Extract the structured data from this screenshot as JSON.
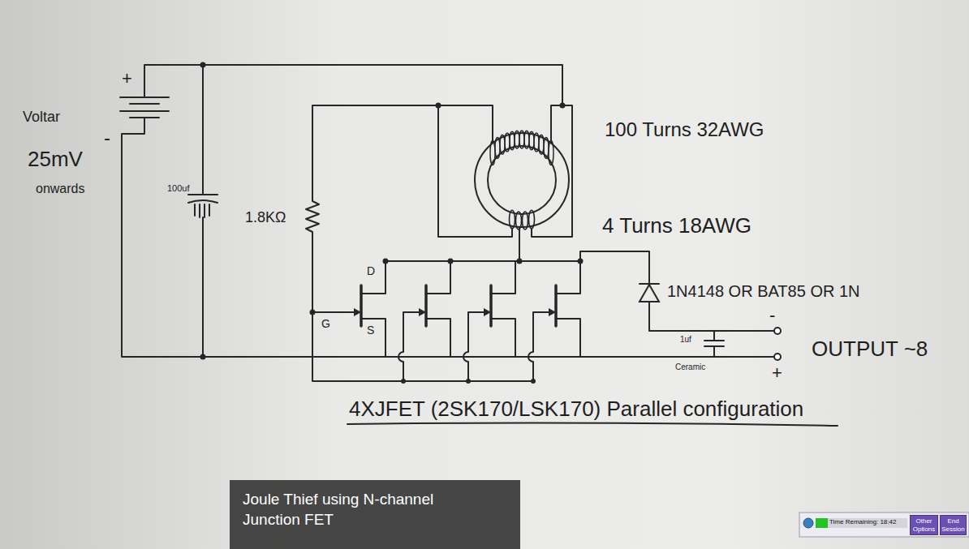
{
  "diagram": {
    "nodes": [
      {
        "text": [
          "Joule Thief using N-channel Junction FET"
        ]
      },
      {
        "text": [
          "Time Remaining: 18:42"
        ]
      },
      {
        "text": [
          "Other Options"
        ]
      },
      {
        "text": [
          "End Session"
        ]
      }
    ],
    "labels": [
      "+",
      "Voltar",
      "-",
      "25mV",
      "onwards",
      "100uf",
      "1.8KΩ",
      "100 Turns 32AWG",
      "4 Turns 18AWG",
      "1N4148 OR BAT85 OR 1N",
      "D",
      "G",
      "S",
      "-",
      "1uf",
      "Ceramic",
      "OUTPUT ~8",
      "+",
      "4XJFET (2SK170/LSK170) Parallel configuration"
    ]
  }
}
